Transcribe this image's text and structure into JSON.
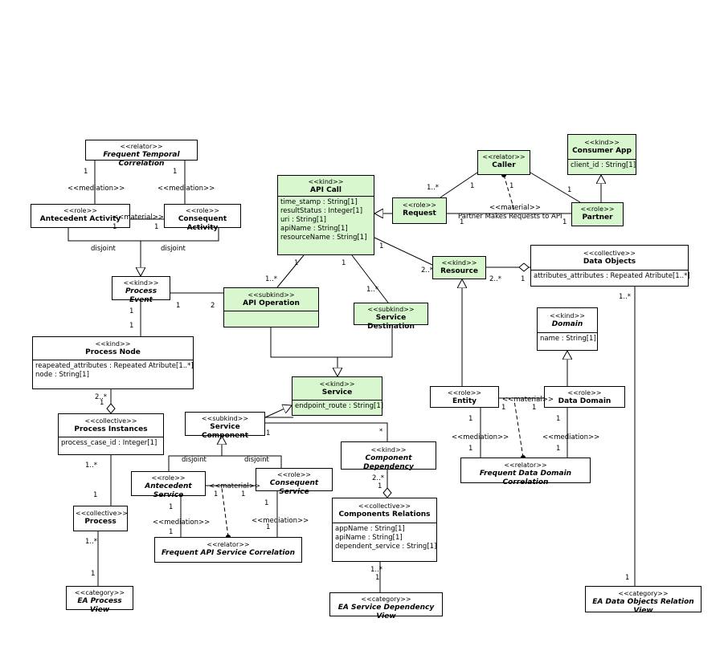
{
  "classes": {
    "ftc": {
      "stereo": "<<relator>>",
      "name": "Frequent Temporal Correlation",
      "attrs": []
    },
    "aa": {
      "stereo": "<<role>>",
      "name": "Antecedent Activity",
      "attrs": []
    },
    "ca": {
      "stereo": "<<role>>",
      "name": "Consequent Activity",
      "attrs": []
    },
    "pe": {
      "stereo": "<<kind>>",
      "name": "Process Event",
      "attrs": []
    },
    "pn": {
      "stereo": "<<kind>>",
      "name": "Process Node",
      "attrs": [
        "reapeated_attributes : Repeated Atribute[1..*]",
        "node : String[1]"
      ]
    },
    "pi": {
      "stereo": "<<collective>>",
      "name": "Process Instances",
      "attrs": [
        "process_case_id : Integer[1]"
      ]
    },
    "pr": {
      "stereo": "<<collective>>",
      "name": "Process",
      "attrs": []
    },
    "eapv": {
      "stereo": "<<category>>",
      "name": "EA Process View",
      "attrs": []
    },
    "apic": {
      "stereo": "<<kind>>",
      "name": "API Call",
      "attrs": [
        "time_stamp : String[1]",
        "resultStatus : Integer[1]",
        "uri : String[1]",
        "apiName : String[1]",
        "resourceName : String[1]"
      ]
    },
    "apio": {
      "stereo": "<<subkind>>",
      "name": "API Operation",
      "attrs": []
    },
    "sd": {
      "stereo": "<<subkind>>",
      "name": "Service Destination",
      "attrs": []
    },
    "svc": {
      "stereo": "<<kind>>",
      "name": "Service",
      "attrs": [
        "endpoint_route : String[1]"
      ]
    },
    "sc": {
      "stereo": "<<subkind>>",
      "name": "Service Component",
      "attrs": []
    },
    "as": {
      "stereo": "<<role>>",
      "name": "Antecedent Service",
      "attrs": []
    },
    "cs": {
      "stereo": "<<role>>",
      "name": "Consequent Service",
      "attrs": []
    },
    "fasc": {
      "stereo": "<<relator>>",
      "name": "Frequent API Service Correlation",
      "attrs": []
    },
    "cd": {
      "stereo": "<<kind>>",
      "name": "Component Dependency",
      "attrs": []
    },
    "cr": {
      "stereo": "<<collective>>",
      "name": "Components Relations",
      "attrs": [
        "appName : String[1]",
        "apiName : String[1]",
        "dependent_service : String[1]"
      ]
    },
    "easdv": {
      "stereo": "<<category>>",
      "name": "EA Service Dependency View",
      "attrs": []
    },
    "req": {
      "stereo": "<<role>>",
      "name": "Request",
      "attrs": []
    },
    "caller": {
      "stereo": "<<relator>>",
      "name": "Caller",
      "attrs": []
    },
    "capp": {
      "stereo": "<<kind>>",
      "name": "Consumer App",
      "attrs": [
        "client_id : String[1]"
      ]
    },
    "part": {
      "stereo": "<<role>>",
      "name": "Partner",
      "attrs": []
    },
    "res": {
      "stereo": "<<kind>>",
      "name": "Resource",
      "attrs": []
    },
    "dob": {
      "stereo": "<<collective>>",
      "name": "Data Objects",
      "attrs": [
        "attributes_attributes : Repeated Atribute[1..*]"
      ]
    },
    "dom": {
      "stereo": "<<kind>>",
      "name": "Domain",
      "attrs": [
        "name : String[1]"
      ]
    },
    "ent": {
      "stereo": "<<role>>",
      "name": "Entity",
      "attrs": []
    },
    "dd": {
      "stereo": "<<role>>",
      "name": "Data Domain",
      "attrs": []
    },
    "fddc": {
      "stereo": "<<relator>>",
      "name": "Frequent Data Domain Correlation",
      "attrs": []
    },
    "eadorv": {
      "stereo": "<<category>>",
      "name": "EA Data Objects Relation View",
      "attrs": []
    }
  },
  "labels": {
    "m1": "1",
    "m2": "1",
    "med1": "<<mediation>>",
    "med2": "<<mediation>>",
    "mat1": "<<material>>",
    "m3": "1",
    "m4": "1",
    "dis1": "disjoint",
    "dis2": "disjoint",
    "m5": "1",
    "m6": "2",
    "m7": "1",
    "m8": "1",
    "m9": "2..*",
    "m10": "1",
    "m11": "1..*",
    "m12": "1",
    "m13": "1..*",
    "m14": "1",
    "m15": "1",
    "m16": "1..*",
    "m17": "1",
    "m18": "1..*",
    "m19": "1..*",
    "m20": "1",
    "m21": "1",
    "m22": "1",
    "mat2": "<<material>>",
    "mat2b": "Partner Makes Requests to API",
    "m23": "1",
    "m24": "1",
    "m25": "1",
    "m26": "2..*",
    "m27": "1",
    "m28": "1..*",
    "mat3": "<<material>>",
    "m29": "1",
    "m30": "1",
    "m31": "1",
    "m32": "1",
    "med3": "<<mediation>>",
    "med4": "<<mediation>>",
    "m33": "1",
    "m34": "1",
    "m35": "1",
    "m36": "*",
    "dis3": "disjoint",
    "dis4": "disjoint",
    "mat4": "<<material>>",
    "m37": "1",
    "m38": "1",
    "m39": "1",
    "m40": "1",
    "med5": "<<mediation>>",
    "med6": "<<mediation>>",
    "m41": "1",
    "m42": "1",
    "m43": "2..*",
    "m44": "1",
    "m45": "1..*",
    "m46": "1",
    "m47": "1"
  }
}
